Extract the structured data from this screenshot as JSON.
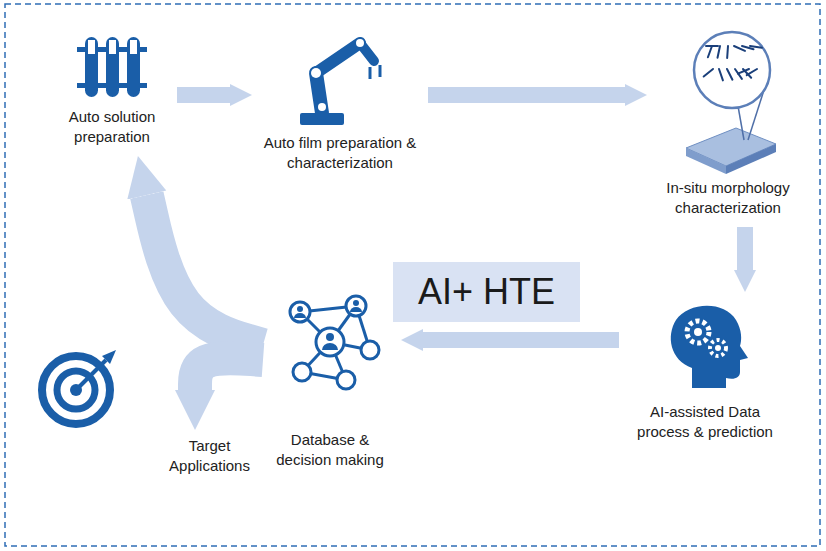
{
  "diagram": {
    "nodes": [
      {
        "text": [
          "Auto solution preparation"
        ]
      },
      {
        "text": [
          "Auto film preparation & characterization"
        ]
      },
      {
        "text": [
          "In-situ morphology characterization"
        ]
      },
      {
        "text": [
          "AI+ HTE"
        ]
      },
      {
        "text": [
          "Target Applications"
        ]
      },
      {
        "text": [
          "Database & decision making"
        ]
      },
      {
        "text": [
          "AI-assisted Data process & prediction"
        ]
      }
    ],
    "edges": [
      {
        "from": 0,
        "to": 1,
        "arrow": "to"
      },
      {
        "from": 1,
        "to": 2,
        "arrow": "to"
      },
      {
        "from": 2,
        "to": 6,
        "arrow": "to"
      },
      {
        "from": 6,
        "to": 5,
        "arrow": "to"
      },
      {
        "from": 5,
        "to": 0,
        "arrow": "to"
      },
      {
        "from": 5,
        "to": 4,
        "arrow": "to"
      }
    ]
  }
}
